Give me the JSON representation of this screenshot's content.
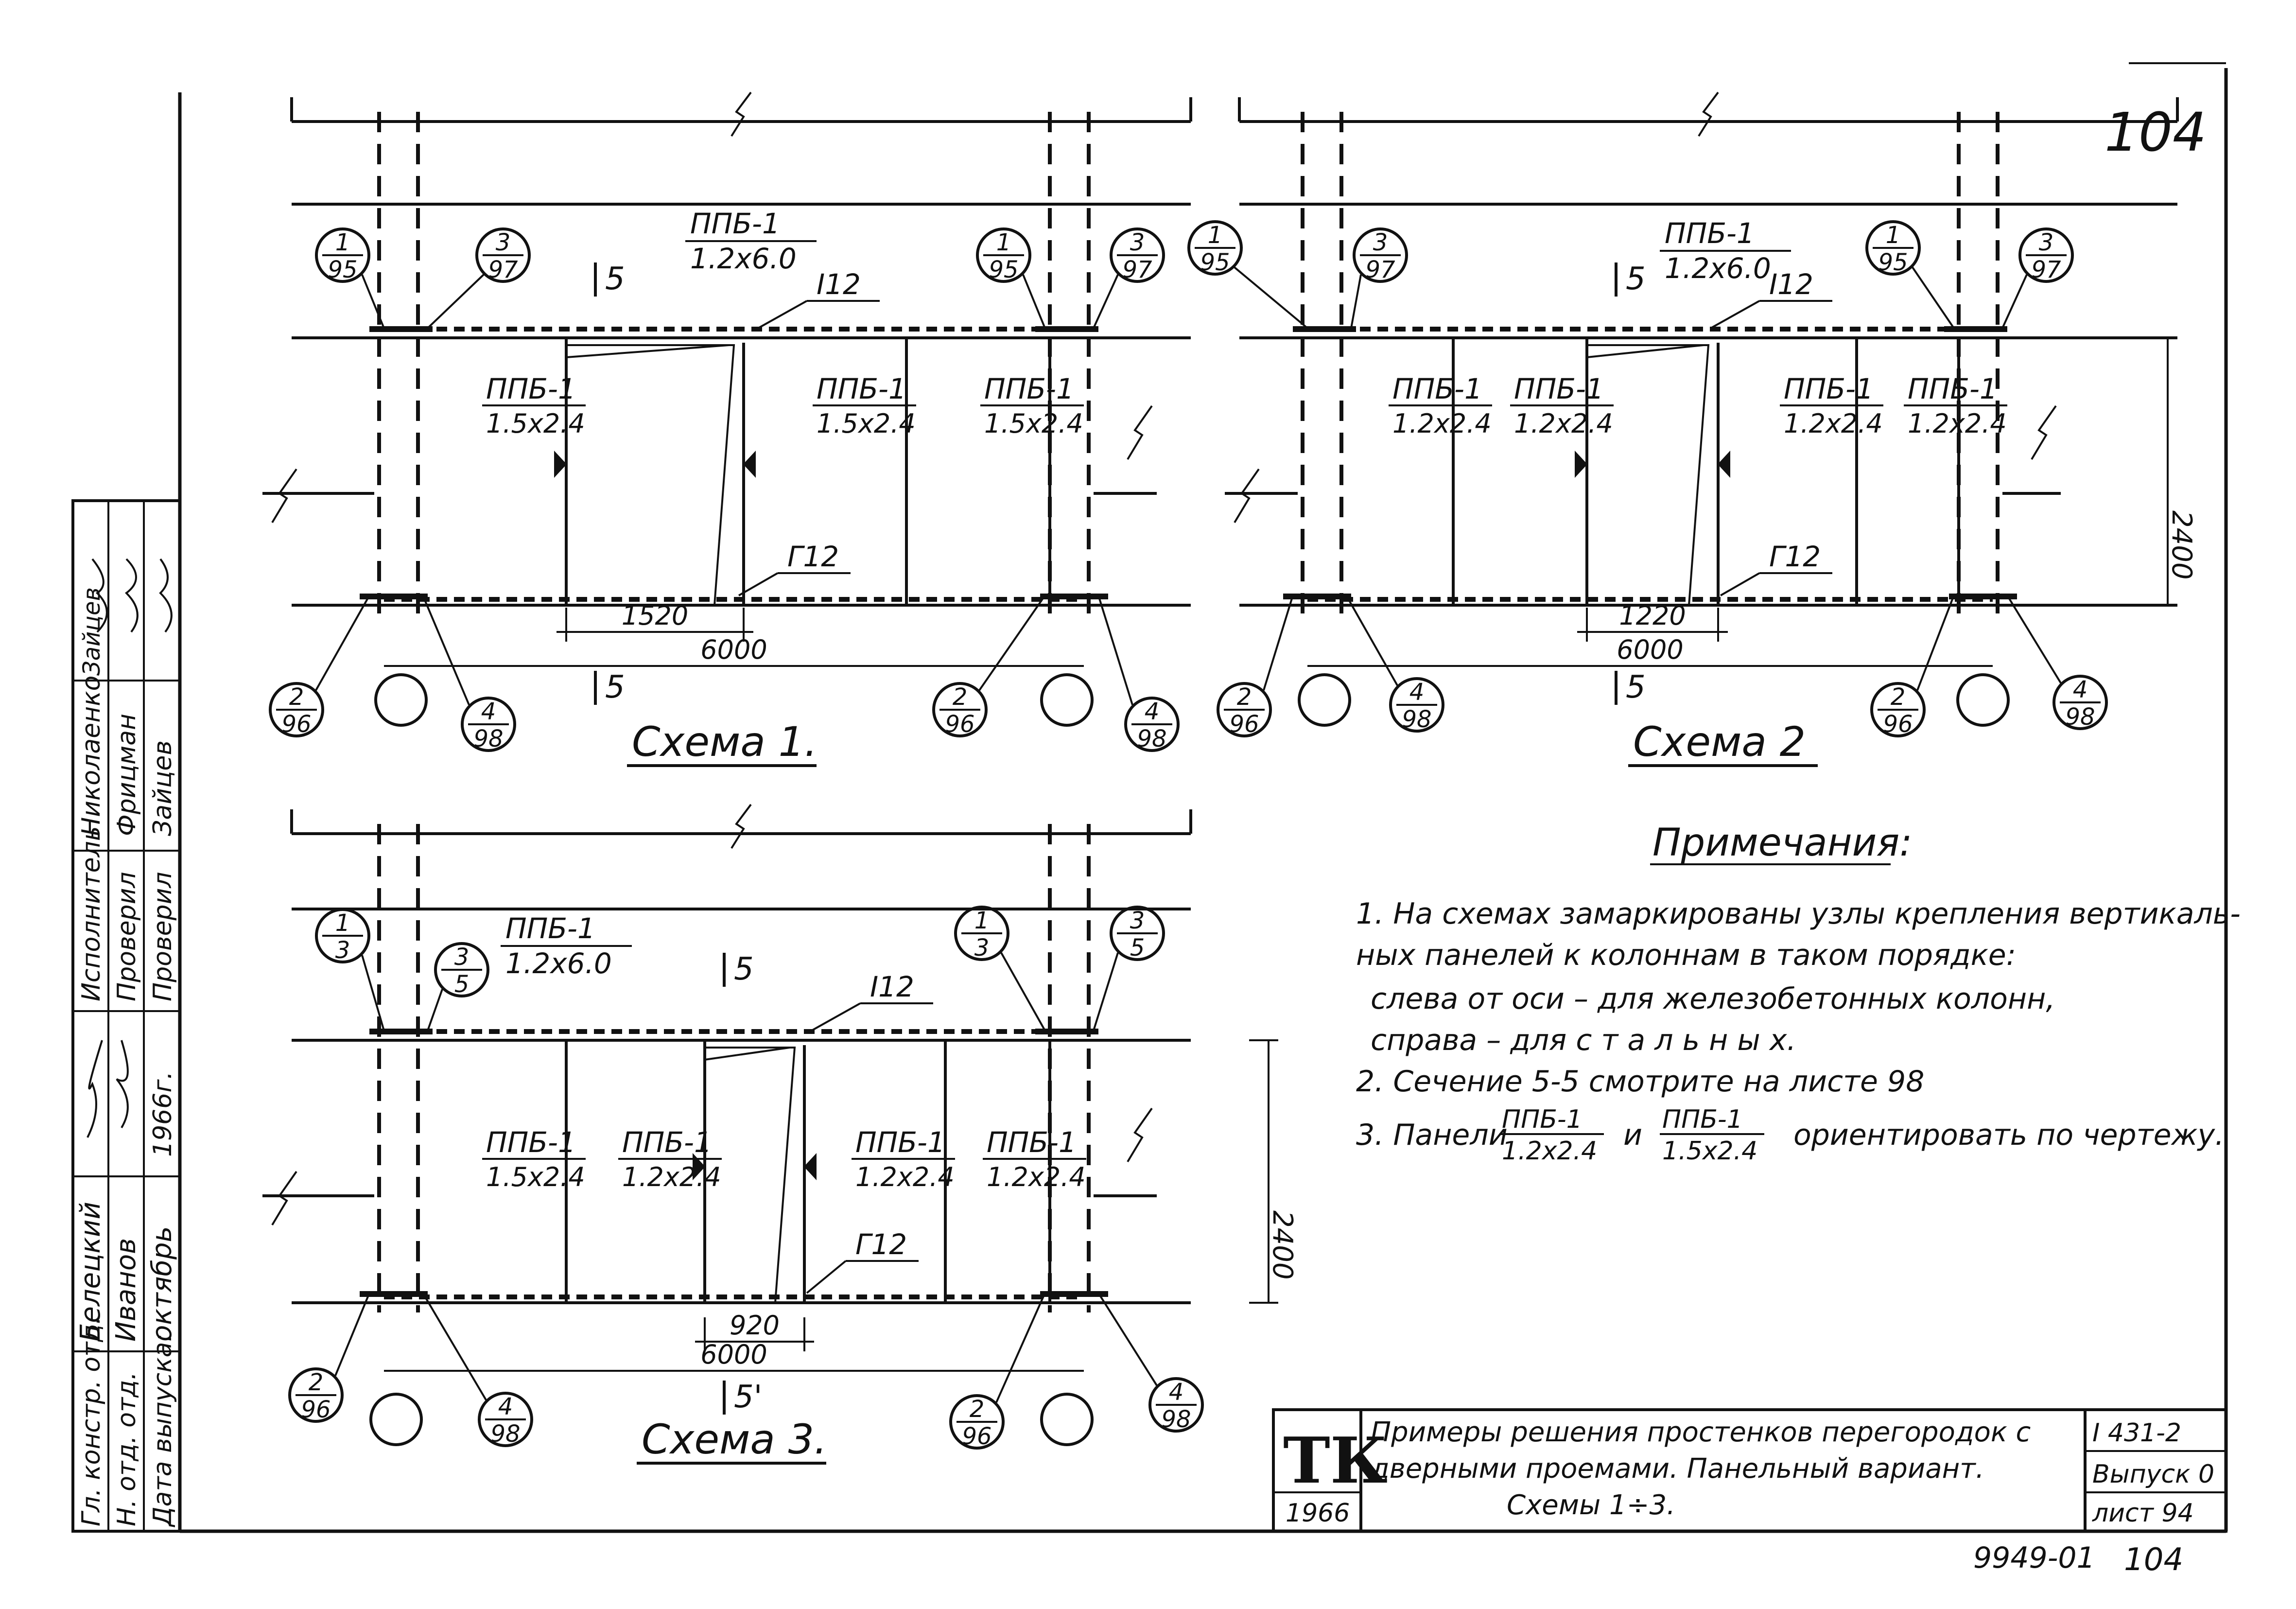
{
  "sheet_number": "104",
  "sheet_number_bottom": "104",
  "archive_code": "9949-01",
  "schemes": [
    {
      "title": "Схема 1.",
      "top_beam": {
        "mark": "ППБ-1",
        "size": "1.2x6.0"
      },
      "section_label": "5",
      "lintel_label": "I12",
      "sill_label": "Г12",
      "panels": [
        {
          "mark": "ППБ-1",
          "size": "1.5x2.4"
        },
        {
          "mark": "ППБ-1",
          "size": "1.5x2.4"
        },
        {
          "mark": "ППБ-1",
          "size": "1.5x2.4"
        }
      ],
      "door_width": "1520",
      "span": "6000",
      "height": "",
      "node_refs": {
        "top_left_1": [
          "1",
          "95"
        ],
        "top_left_2": [
          "3",
          "97"
        ],
        "top_right_1": [
          "1",
          "95"
        ],
        "top_right_2": [
          "3",
          "97"
        ],
        "bottom_left_1": [
          "2",
          "96"
        ],
        "bottom_left_2": [
          "4",
          "98"
        ],
        "bottom_right_1": [
          "2",
          "96"
        ],
        "bottom_right_2": [
          "4",
          "98"
        ]
      }
    },
    {
      "title": "Схема 2",
      "top_beam": {
        "mark": "ППБ-1",
        "size": "1.2x6.0"
      },
      "section_label": "5",
      "lintel_label": "I12",
      "sill_label": "Г12",
      "panels": [
        {
          "mark": "ППБ-1",
          "size": "1.2x2.4"
        },
        {
          "mark": "ППБ-1",
          "size": "1.2x2.4"
        },
        {
          "mark": "ППБ-1",
          "size": "1.2x2.4"
        },
        {
          "mark": "ППБ-1",
          "size": "1.2x2.4"
        }
      ],
      "door_width": "1220",
      "span": "6000",
      "height": "2400",
      "node_refs": {
        "top_left_1": [
          "1",
          "95"
        ],
        "top_left_2": [
          "3",
          "97"
        ],
        "top_right_1": [
          "1",
          "95"
        ],
        "top_right_2": [
          "3",
          "97"
        ],
        "bottom_left_1": [
          "2",
          "96"
        ],
        "bottom_left_2": [
          "4",
          "98"
        ],
        "bottom_right_1": [
          "2",
          "96"
        ],
        "bottom_right_2": [
          "4",
          "98"
        ]
      }
    },
    {
      "title": "Схема 3.",
      "top_beam": {
        "mark": "ППБ-1",
        "size": "1.2x6.0"
      },
      "section_label": "5",
      "section_label_bottom": "5'",
      "lintel_label": "I12",
      "sill_label": "Г12",
      "panels": [
        {
          "mark": "ППБ-1",
          "size": "1.5x2.4"
        },
        {
          "mark": "ППБ-1",
          "size": "1.2x2.4"
        },
        {
          "mark": "ППБ-1",
          "size": "1.2x2.4"
        },
        {
          "mark": "ППБ-1",
          "size": "1.2x2.4"
        }
      ],
      "door_width": "920",
      "span": "6000",
      "height": "2400",
      "node_refs": {
        "top_left_1": [
          "1",
          "3"
        ],
        "top_left_2": [
          "3",
          "5"
        ],
        "top_right_1": [
          "1",
          "3"
        ],
        "top_right_2": [
          "3",
          "5"
        ],
        "bottom_left_1": [
          "2",
          "96"
        ],
        "bottom_left_2": [
          "4",
          "98"
        ],
        "bottom_right_1": [
          "2",
          "96"
        ],
        "bottom_right_2": [
          "4",
          "98"
        ]
      }
    }
  ],
  "notes": {
    "heading": "Примечания:",
    "line1": "1. На схемах замаркированы узлы крепления вертикаль-",
    "line2": "ных панелей к колоннам в таком порядке:",
    "line3": "слева от оси – для железобетонных колонн,",
    "line4": "справа – для   с т а л ь н ы х.",
    "line5": "2. Сечение 5-5 смотрите на листе 98",
    "line6_a": "3. Панели",
    "line6_f1_num": "ППБ-1",
    "line6_f1_den": "1.2x2.4",
    "line6_mid": "и",
    "line6_f2_num": "ППБ-1",
    "line6_f2_den": "1.5x2.4",
    "line6_b": "ориентировать по чертежу."
  },
  "side_stamp": {
    "rows": [
      {
        "role": "Гл. констр. отд.",
        "name": "Белецкий",
        "sign": ""
      },
      {
        "role": "Н. отд. отд.",
        "name": "Иванов",
        "sign": ""
      },
      {
        "role": "Дата выпуска:",
        "name": "октябрь",
        "sign": "1966г."
      },
      {
        "role": "Исполнитель",
        "name": "Николаенко",
        "sign": ""
      },
      {
        "role": "Проверил",
        "name": "Фрицман",
        "sign": ""
      },
      {
        "role": "Проверил",
        "name": "Зайцев",
        "sign": ""
      }
    ],
    "top_text": "Зайцев"
  },
  "title_block": {
    "logo": "ТК",
    "year": "1966",
    "title_line1": "Примеры решения простенков перегородок с",
    "title_line2": "дверными проемами. Панельный вариант.",
    "title_line3": "Схемы 1÷3.",
    "series": "I 431-2",
    "issue": "Выпуск 0",
    "sheet": "лист 94"
  }
}
